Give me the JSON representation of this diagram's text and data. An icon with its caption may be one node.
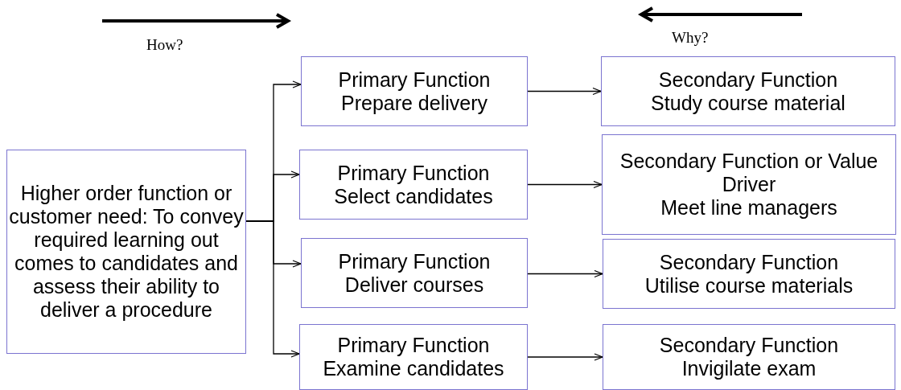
{
  "diagram": {
    "nodes": [
      {
        "text": [
          "Higher order function or customer need: To convey required learning out comes to candidates and assess their ability to deliver a procedure"
        ]
      },
      {
        "text": [
          "Primary Function",
          "Prepare delivery"
        ]
      },
      {
        "text": [
          "Primary Function",
          "Select candidates"
        ]
      },
      {
        "text": [
          "Primary Function",
          "Deliver courses"
        ]
      },
      {
        "text": [
          "Primary Function",
          "Examine candidates"
        ]
      },
      {
        "text": [
          "Secondary Function",
          "Study course material"
        ]
      },
      {
        "text": [
          "Secondary Function or Value Driver",
          "Meet line managers"
        ]
      },
      {
        "text": [
          "Secondary Function",
          "Utilise course materials"
        ]
      },
      {
        "text": [
          "Secondary Function",
          "Invigilate exam"
        ]
      }
    ],
    "edges": [
      {
        "from": 0,
        "to": 1,
        "arrow": "to"
      },
      {
        "from": 0,
        "to": 2,
        "arrow": "to"
      },
      {
        "from": 0,
        "to": 3,
        "arrow": "to"
      },
      {
        "from": 0,
        "to": 4,
        "arrow": "to"
      },
      {
        "from": 1,
        "to": 5,
        "arrow": "to"
      },
      {
        "from": 2,
        "to": 6,
        "arrow": "to"
      },
      {
        "from": 3,
        "to": 7,
        "arrow": "to"
      },
      {
        "from": 4,
        "to": 8,
        "arrow": "to"
      }
    ],
    "labels": [
      "How?",
      "Why?"
    ]
  }
}
